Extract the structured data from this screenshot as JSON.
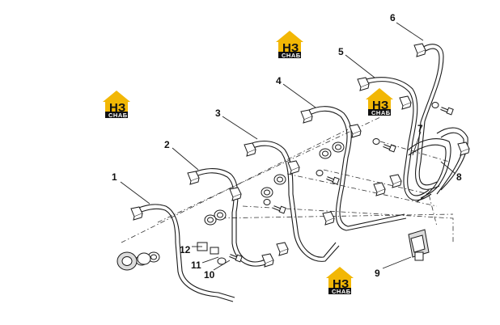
{
  "callouts": [
    {
      "id": "1",
      "label": "1"
    },
    {
      "id": "2",
      "label": "2"
    },
    {
      "id": "3",
      "label": "3"
    },
    {
      "id": "4",
      "label": "4"
    },
    {
      "id": "5",
      "label": "5"
    },
    {
      "id": "6",
      "label": "6"
    },
    {
      "id": "7",
      "label": "7"
    },
    {
      "id": "8",
      "label": "8"
    },
    {
      "id": "9",
      "label": "9"
    },
    {
      "id": "10",
      "label": "10"
    },
    {
      "id": "11",
      "label": "11"
    },
    {
      "id": "12",
      "label": "12"
    }
  ],
  "watermark": {
    "big_text": "НЗ",
    "small_text": "СНАБ",
    "colors": {
      "roof": "#f2b705",
      "box": "#f2b705",
      "band": "#111111"
    }
  }
}
